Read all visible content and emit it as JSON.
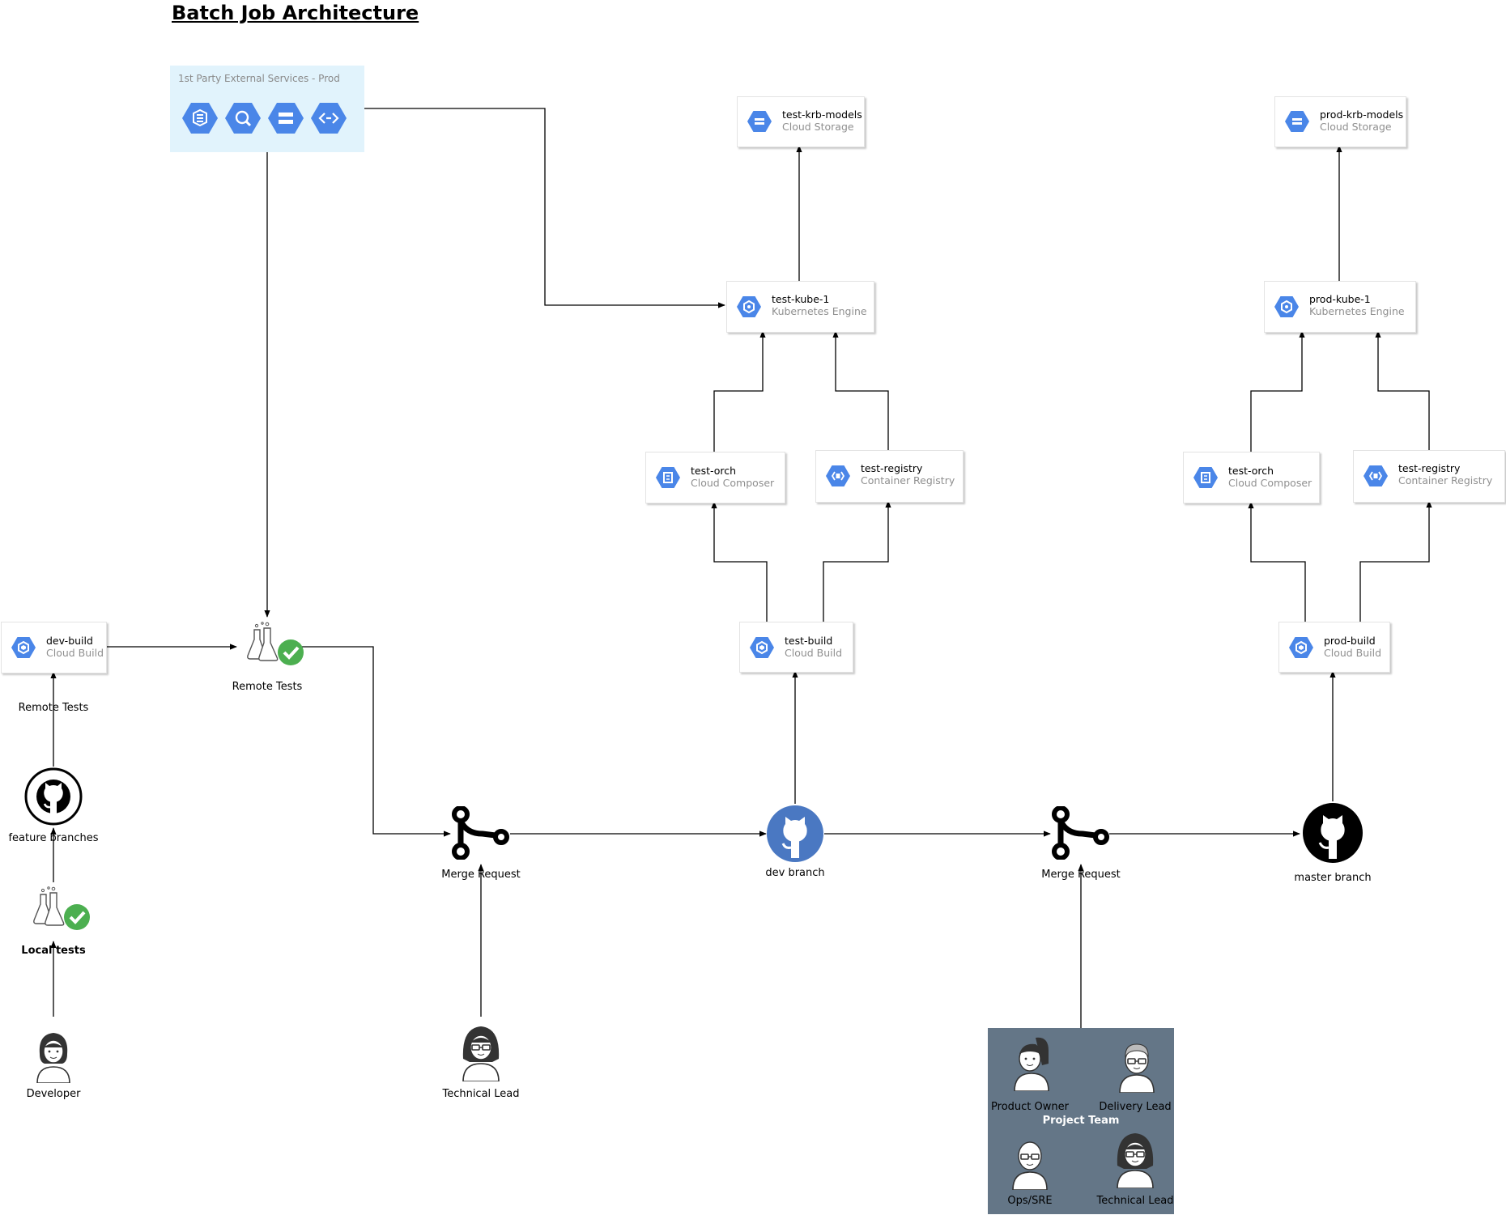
{
  "title": "Batch Job Architecture",
  "external_services": {
    "label": "1st Party External Services - Prod",
    "icons": [
      "hex-service-icon-1",
      "hex-service-icon-2",
      "hex-service-icon-3",
      "hex-service-icon-4"
    ]
  },
  "cards": {
    "test_storage": {
      "name": "test-krb-models",
      "type": "Cloud Storage"
    },
    "prod_storage": {
      "name": "prod-krb-models",
      "type": "Cloud Storage"
    },
    "test_kube": {
      "name": "test-kube-1",
      "type": "Kubernetes Engine"
    },
    "prod_kube": {
      "name": "prod-kube-1",
      "type": "Kubernetes Engine"
    },
    "test_orch": {
      "name": "test-orch",
      "type": "Cloud Composer"
    },
    "test_registry": {
      "name": "test-registry",
      "type": "Container Registry"
    },
    "prod_orch": {
      "name": "test-orch",
      "type": "Cloud Composer"
    },
    "prod_registry": {
      "name": "test-registry",
      "type": "Container Registry"
    },
    "dev_build": {
      "name": "dev-build",
      "type": "Cloud Build"
    },
    "test_build": {
      "name": "test-build",
      "type": "Cloud Build"
    },
    "prod_build": {
      "name": "prod-build",
      "type": "Cloud Build"
    }
  },
  "labels": {
    "remote_tests_node": "Remote Tests",
    "remote_tests_edge": "Remote Tests",
    "feature_branches": "feature branches",
    "local_tests": "Local tests",
    "developer": "Developer",
    "merge_request_1": "Merge Request",
    "merge_request_2": "Merge Request",
    "technical_lead": "Technical Lead",
    "dev_branch": "dev branch",
    "master_branch": "master branch"
  },
  "project_team": {
    "name": "Project Team",
    "members": [
      "Product Owner",
      "Delivery Lead",
      "Ops/SRE",
      "Technical Lead"
    ]
  },
  "colors": {
    "gcp_blue": "#4a86e8",
    "external_box": "#e1f3fc",
    "team_box": "#647687",
    "check_green": "#4caf50",
    "github_blue": "#4a78c2"
  }
}
